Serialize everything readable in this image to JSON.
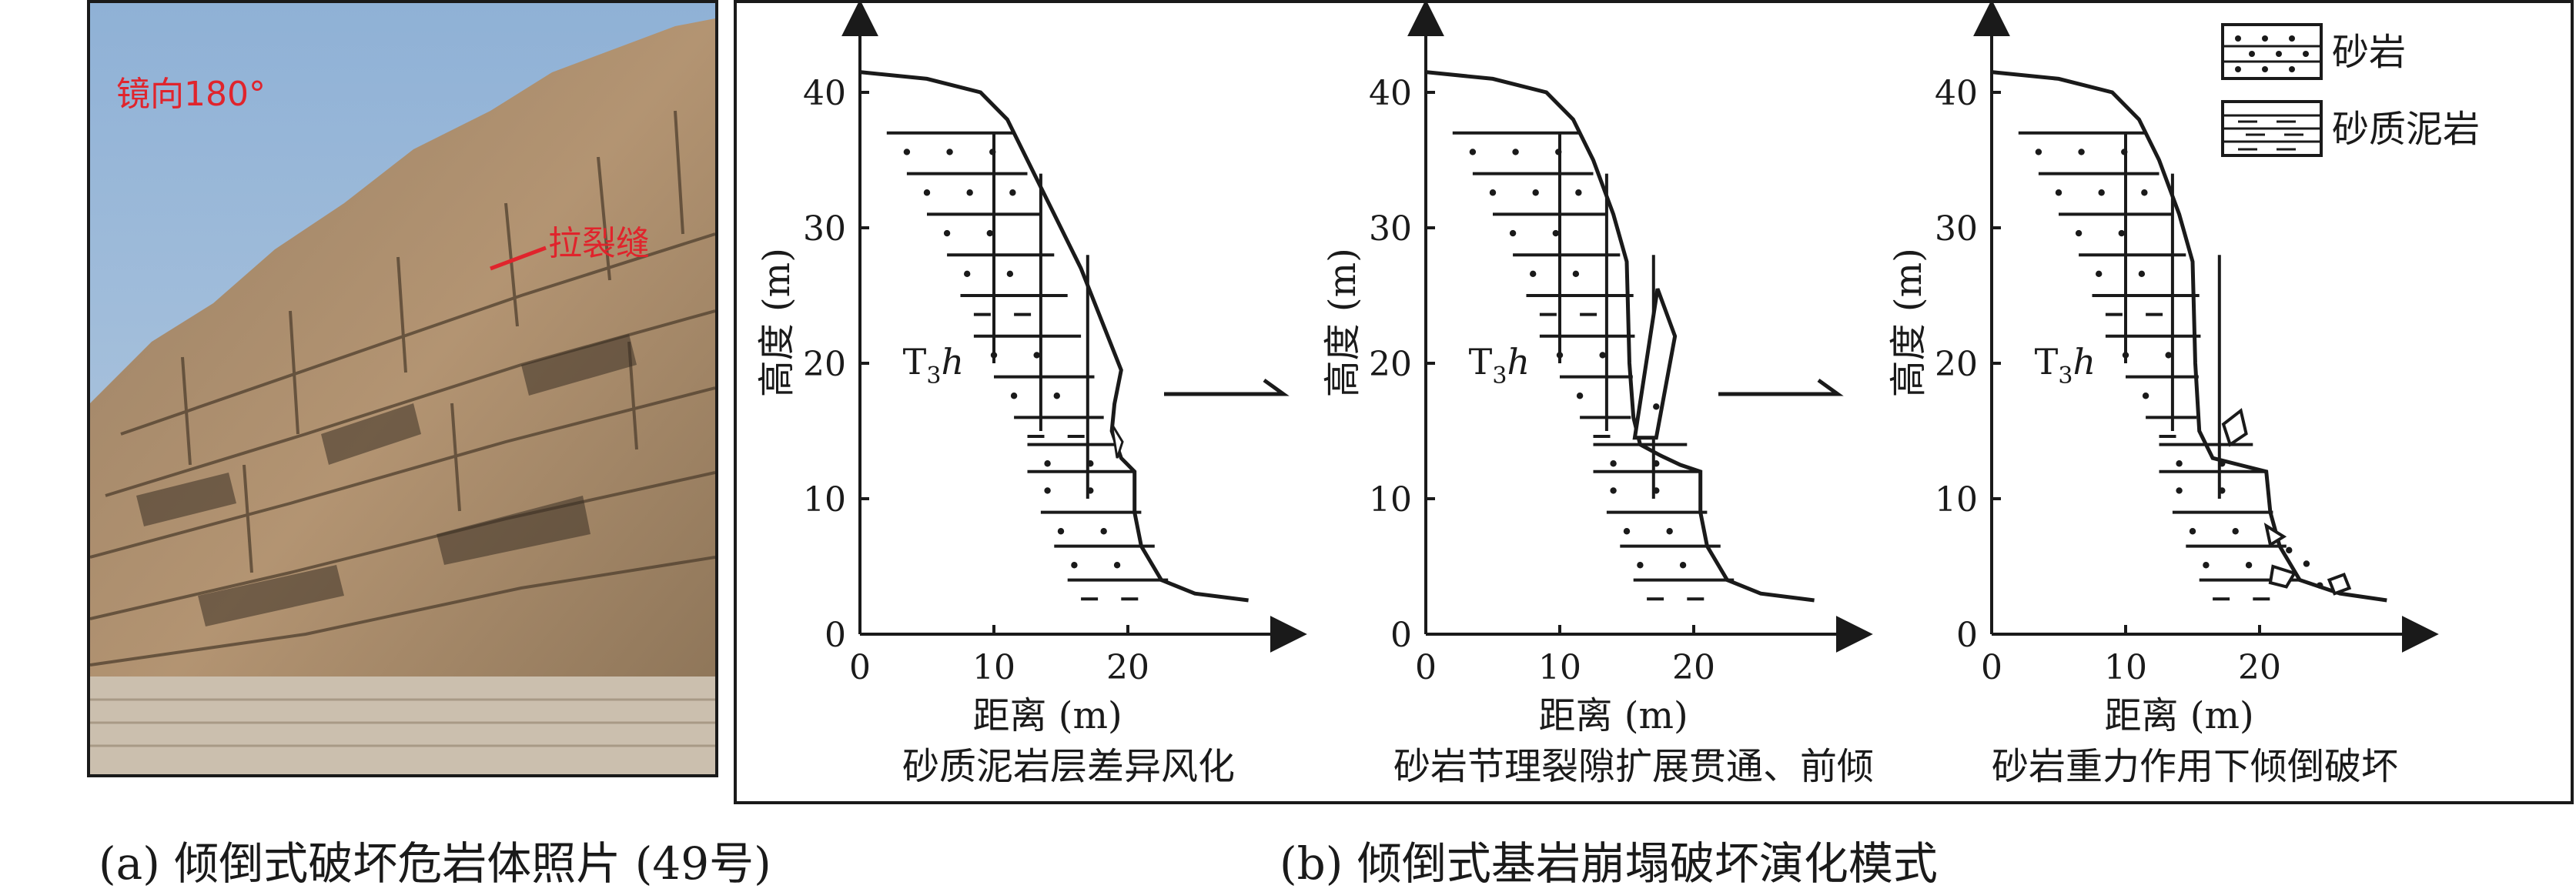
{
  "panel_a": {
    "photo_labels": {
      "orientation": "镜向180°",
      "crack": "拉裂缝"
    },
    "caption": "(a) 倾倒式破坏危岩体照片 (49号)"
  },
  "panel_b": {
    "caption": "(b) 倾倒式基岩崩塌破坏演化模式",
    "legend": {
      "sandstone": "砂岩",
      "sandy_mudstone": "砂质泥岩"
    },
    "stages": [
      {
        "x_label": "距离 (m)",
        "y_label": "高度 (m)",
        "formation_label": "T3h",
        "stage_caption": "砂质泥岩层差异风化",
        "x_ticks": [
          "0",
          "10",
          "20"
        ],
        "y_ticks": [
          "0",
          "10",
          "20",
          "30",
          "40"
        ]
      },
      {
        "x_label": "距离 (m)",
        "y_label": "高度 (m)",
        "formation_label": "T3h",
        "stage_caption": "砂岩节理裂隙扩展贯通、前倾",
        "x_ticks": [
          "0",
          "10",
          "20"
        ],
        "y_ticks": [
          "0",
          "10",
          "20",
          "30",
          "40"
        ]
      },
      {
        "x_label": "距离 (m)",
        "y_label": "高度 (m)",
        "formation_label": "T3h",
        "stage_caption": "砂岩重力作用下倾倒破坏",
        "x_ticks": [
          "0",
          "10",
          "20"
        ],
        "y_ticks": [
          "0",
          "10",
          "20",
          "30",
          "40"
        ]
      }
    ]
  }
}
